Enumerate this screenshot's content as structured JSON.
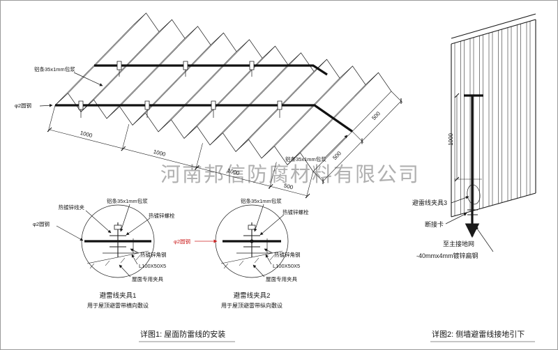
{
  "watermark": "河南邦信防腐材料有限公司",
  "colors": {
    "line": "#1a1a1a",
    "accent_red": "#cc2222",
    "watermark_gray": "#a3a3a3"
  },
  "roof": {
    "label_alu_strip_top": "铝条35x1mm包浆",
    "label_round_steel": "φ2圆钢",
    "label_alu_strip_right": "铝条35x1mm包浆",
    "dims_bottom": [
      "1000",
      "1000",
      "1000",
      "500"
    ],
    "dims_right": [
      "500",
      "500"
    ]
  },
  "detail1": {
    "title": "避雷线夹具1",
    "subtitle": "用于屋顶避雷带横向敷设",
    "labels": {
      "wire_clamp": "热镀锌线夹",
      "alu_strip": "铝条35x1mm包浆",
      "bolt": "热镀锌螺栓",
      "round_steel": "φ2圆钢",
      "angle_steel": "热镀锌角钢",
      "angle_size": "L100X50X5",
      "roof_clamp": "屋面专用夹具"
    }
  },
  "detail2": {
    "title": "避雷线夹具2",
    "subtitle": "用于屋顶避雷带纵向敷设",
    "labels": {
      "alu_strip": "铝条35x1mm包浆",
      "bolt": "热镀锌螺栓",
      "round_steel": "φ2圆钢",
      "angle_steel": "热镀锌角钢",
      "angle_size": "L100X50X5",
      "roof_clamp": "屋面专用夹具"
    }
  },
  "wall": {
    "dim_height": "1000",
    "label_clamp3": "避雷线夹具3",
    "label_disconnect": "断接卡",
    "label_to_main_ground": "至主接地网",
    "label_flat_steel": "-40mmx4mm镀锌扁钢"
  },
  "captions": {
    "figure1": "详图1: 屋面防雷线的安装",
    "figure2": "详图2: 侧墙避雷线接地引下"
  }
}
